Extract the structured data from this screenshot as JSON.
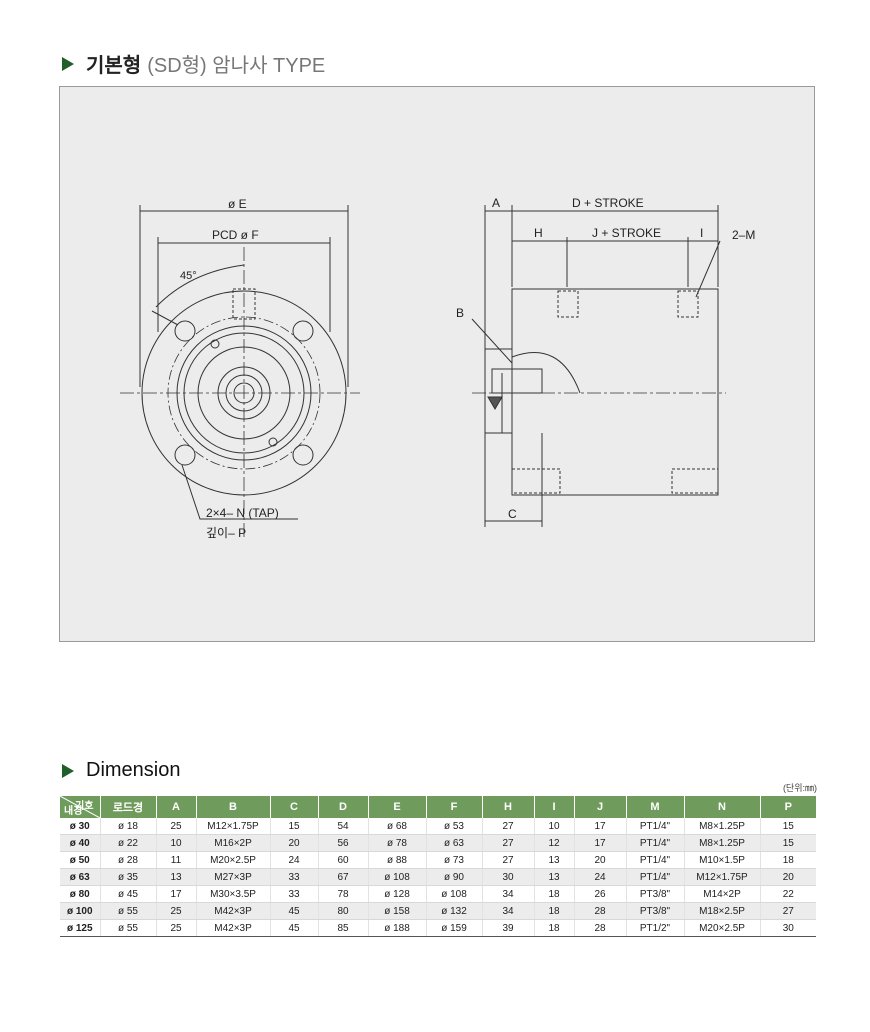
{
  "section1": {
    "title_bold": "기본형",
    "title_rest": "(SD형) 암나사 TYPE"
  },
  "drawing": {
    "labels": {
      "phiE": "ø E",
      "pcd": "PCD  ø F",
      "angle": "45°",
      "n_tap": "2×4– N (TAP)",
      "depth_p": "깊이– P",
      "a": "A",
      "d_stroke": "D + STROKE",
      "h": "H",
      "j_stroke": "J + STROKE",
      "i": "I",
      "two_m": "2–M",
      "b": "B",
      "c": "C"
    }
  },
  "section2": {
    "title": "Dimension",
    "unit": "(단위:㎜)"
  },
  "table": {
    "corner_top": "기호",
    "corner_bottom": "내경",
    "headers": [
      "로드경",
      "A",
      "B",
      "C",
      "D",
      "E",
      "F",
      "H",
      "I",
      "J",
      "M",
      "N",
      "P"
    ],
    "rows": [
      [
        "ø 30",
        "ø 18",
        "25",
        "M12×1.75P",
        "15",
        "54",
        "ø 68",
        "ø 53",
        "27",
        "10",
        "17",
        "PT1/4\"",
        "M8×1.25P",
        "15"
      ],
      [
        "ø 40",
        "ø 22",
        "10",
        "M16×2P",
        "20",
        "56",
        "ø 78",
        "ø 63",
        "27",
        "12",
        "17",
        "PT1/4\"",
        "M8×1.25P",
        "15"
      ],
      [
        "ø 50",
        "ø 28",
        "11",
        "M20×2.5P",
        "24",
        "60",
        "ø 88",
        "ø 73",
        "27",
        "13",
        "20",
        "PT1/4\"",
        "M10×1.5P",
        "18"
      ],
      [
        "ø 63",
        "ø 35",
        "13",
        "M27×3P",
        "33",
        "67",
        "ø 108",
        "ø 90",
        "30",
        "13",
        "24",
        "PT1/4\"",
        "M12×1.75P",
        "20"
      ],
      [
        "ø 80",
        "ø 45",
        "17",
        "M30×3.5P",
        "33",
        "78",
        "ø 128",
        "ø 108",
        "34",
        "18",
        "26",
        "PT3/8\"",
        "M14×2P",
        "22"
      ],
      [
        "ø 100",
        "ø 55",
        "25",
        "M42×3P",
        "45",
        "80",
        "ø 158",
        "ø 132",
        "34",
        "18",
        "28",
        "PT3/8\"",
        "M18×2.5P",
        "27"
      ],
      [
        "ø 125",
        "ø 55",
        "25",
        "M42×3P",
        "45",
        "85",
        "ø 188",
        "ø 159",
        "39",
        "18",
        "28",
        "PT1/2\"",
        "M20×2.5P",
        "30"
      ]
    ]
  }
}
